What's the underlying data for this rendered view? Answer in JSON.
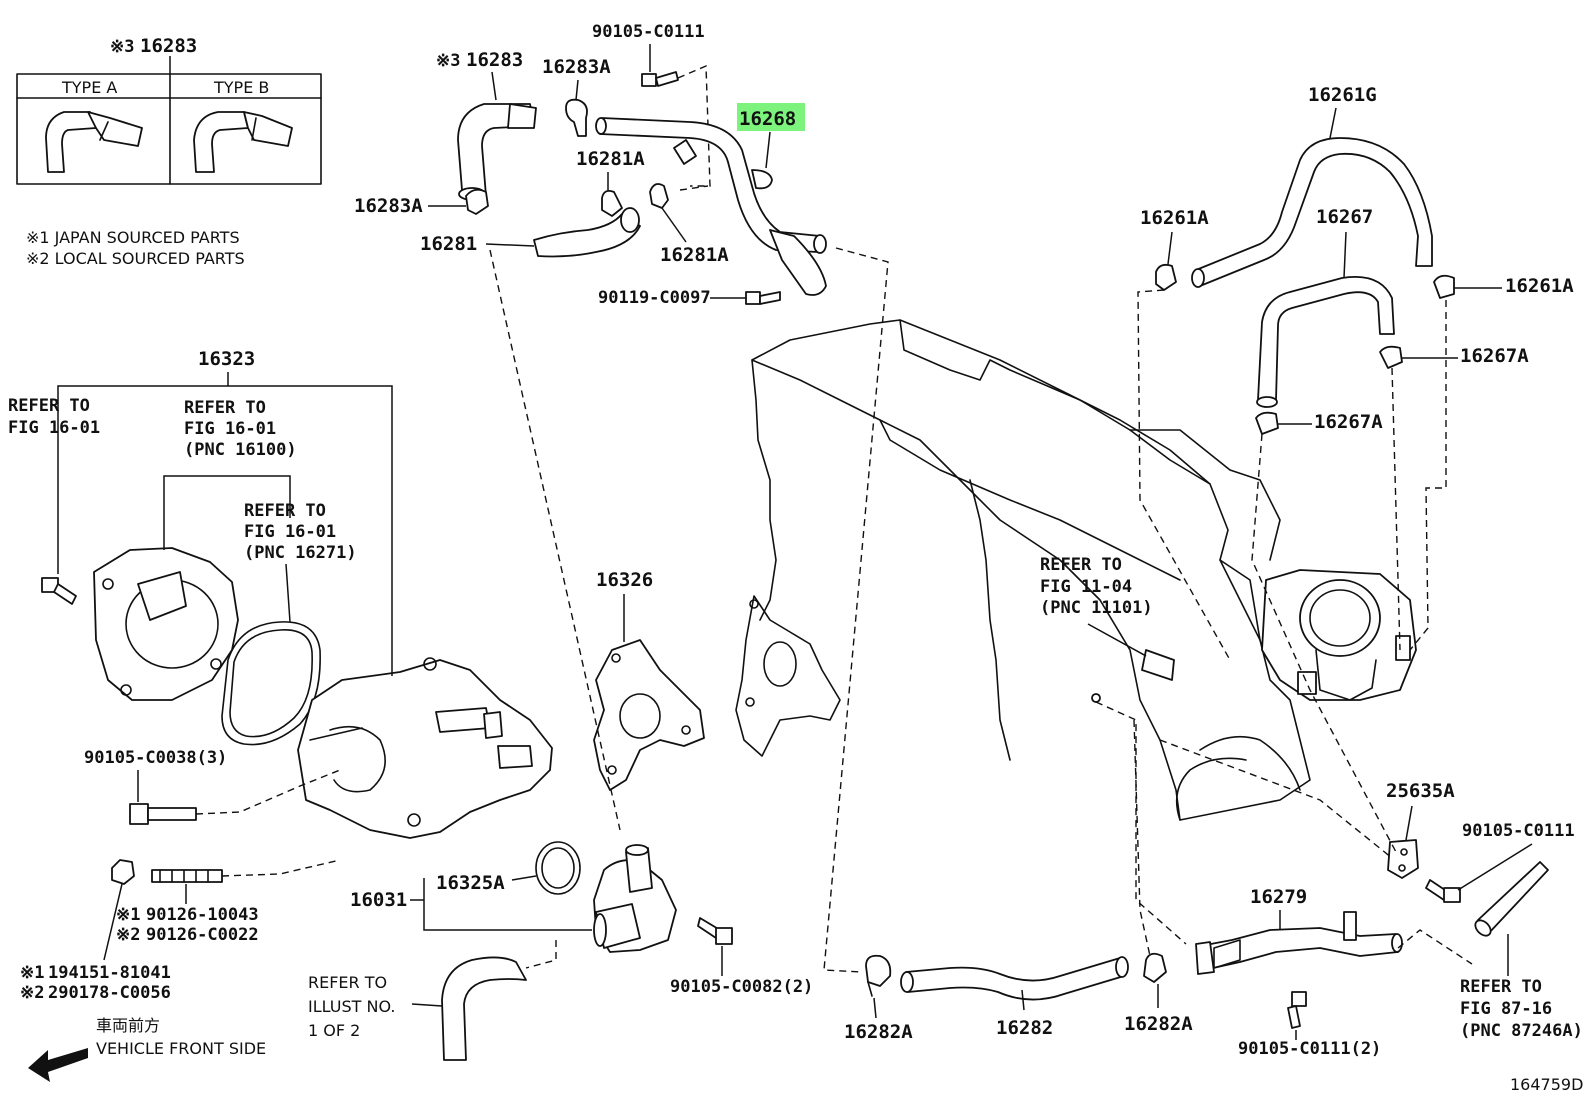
{
  "labels": {
    "p_16283_inset": "16283",
    "p_16283_top": "16283",
    "p_16283A_top": "16283A",
    "p_16283A_left": "16283A",
    "p_90105_C0111_top": "90105-C0111",
    "p_16268": "16268",
    "p_16281A_upper": "16281A",
    "p_16281A_lower": "16281A",
    "p_16281": "16281",
    "p_90119_C0097": "90119-C0097",
    "p_16261G": "16261G",
    "p_16261A_left": "16261A",
    "p_16261A_right": "16261A",
    "p_16267": "16267",
    "p_16267A_upper": "16267A",
    "p_16267A_lower": "16267A",
    "p_16323": "16323",
    "p_16326": "16326",
    "p_90105_C0038": "90105-C0038(3)",
    "p_90126_10043": "90126-10043",
    "p_90126_C0022": "90126-C0022",
    "p_194151_81041": "194151-81041",
    "p_290178_C0056": "290178-C0056",
    "p_16031": "16031",
    "p_16325A": "16325A",
    "p_90105_C0082": "90105-C0082(2)",
    "p_16282A_left": "16282A",
    "p_16282": "16282",
    "p_16282A_right": "16282A",
    "p_16279": "16279",
    "p_90105_C0111_bottom": "90105-C0111(2)",
    "p_25635A": "25635A",
    "p_90105_C0111_right": "90105-C0111",
    "mark_3": "※3",
    "mark_1": "※1",
    "mark_2": "※2",
    "diagram_id": "164759D"
  },
  "inset": {
    "type_a": "TYPE A",
    "type_b": "TYPE B"
  },
  "notes": {
    "japan": "※1 JAPAN SOURCED PARTS",
    "local": "※2 LOCAL SOURCED PARTS"
  },
  "refs": {
    "r1_l1": "REFER TO",
    "r1_l2": "FIG 16-01",
    "r2_l1": "REFER TO",
    "r2_l2": "FIG 16-01",
    "r2_l3": "(PNC 16100)",
    "r3_l1": "REFER TO",
    "r3_l2": "FIG 16-01",
    "r3_l3": "(PNC 16271)",
    "r4_l1": "REFER TO",
    "r4_l2": "FIG 11-04",
    "r4_l3": "(PNC 11101)",
    "r5_l1": "REFER TO",
    "r5_l2": "FIG 87-16",
    "r5_l3": "(PNC 87246A)",
    "illust_l1": "REFER TO",
    "illust_l2": "ILLUST NO.",
    "illust_l3": "1 OF 2"
  },
  "front": {
    "jp": "車両前方",
    "en": "VEHICLE FRONT SIDE"
  },
  "highlight": {
    "part": "16268",
    "color": "#7CF37C"
  }
}
